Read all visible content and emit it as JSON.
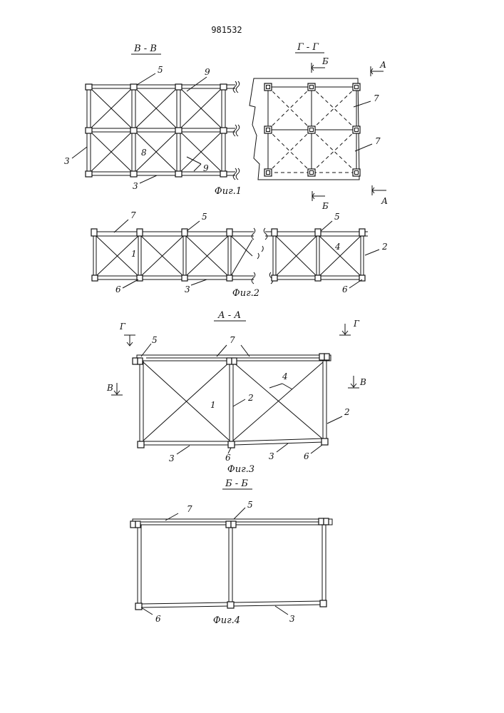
{
  "patent_number": "981532",
  "sections": {
    "vv": "В - В",
    "gg": "Г - Г",
    "aa": "А - А",
    "bb": "Б - Б"
  },
  "captions": {
    "fig1": "Фиг.1",
    "fig2": "Фиг.2",
    "fig3": "Фиг.3",
    "fig4": "Фиг.4"
  },
  "markers": {
    "a": "А",
    "b": "Б",
    "v": "В",
    "g": "Г"
  },
  "refs": {
    "r1": "1",
    "r2": "2",
    "r3": "3",
    "r4": "4",
    "r5": "5",
    "r6": "6",
    "r7": "7",
    "r8": "8",
    "r9": "9"
  }
}
